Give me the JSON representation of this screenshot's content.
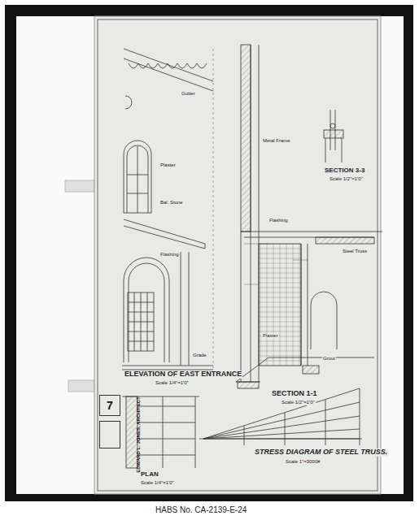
{
  "diagram": {
    "nodes": [
      {
        "text": [
          "7"
        ]
      },
      {
        "text": [
          "EDWARD L. JONES, ARCHITECT"
        ]
      }
    ],
    "labels": [
      "ELEVATION OF EAST ENTRANCE",
      "Scale 1/4\"=1'0\"",
      "SECTION 1-1",
      "Scale 1/2\"=1'0\"",
      "SECTION 3-3",
      "Scale 1/2\"=1'0\"",
      "STRESS DIAGRAM OF STEEL TRUSS.",
      "Scale 1\"=3000#",
      "PLAN",
      "Scale 1/4\"=1'0\"",
      "HABS No. CA-2139-E-24",
      "Gutter",
      "Plaster",
      "Bal. Stone",
      "Flashing",
      "Grade",
      "Metal Frame",
      "Flashing",
      "Steel Truss",
      "Grout",
      "Plaster"
    ]
  }
}
